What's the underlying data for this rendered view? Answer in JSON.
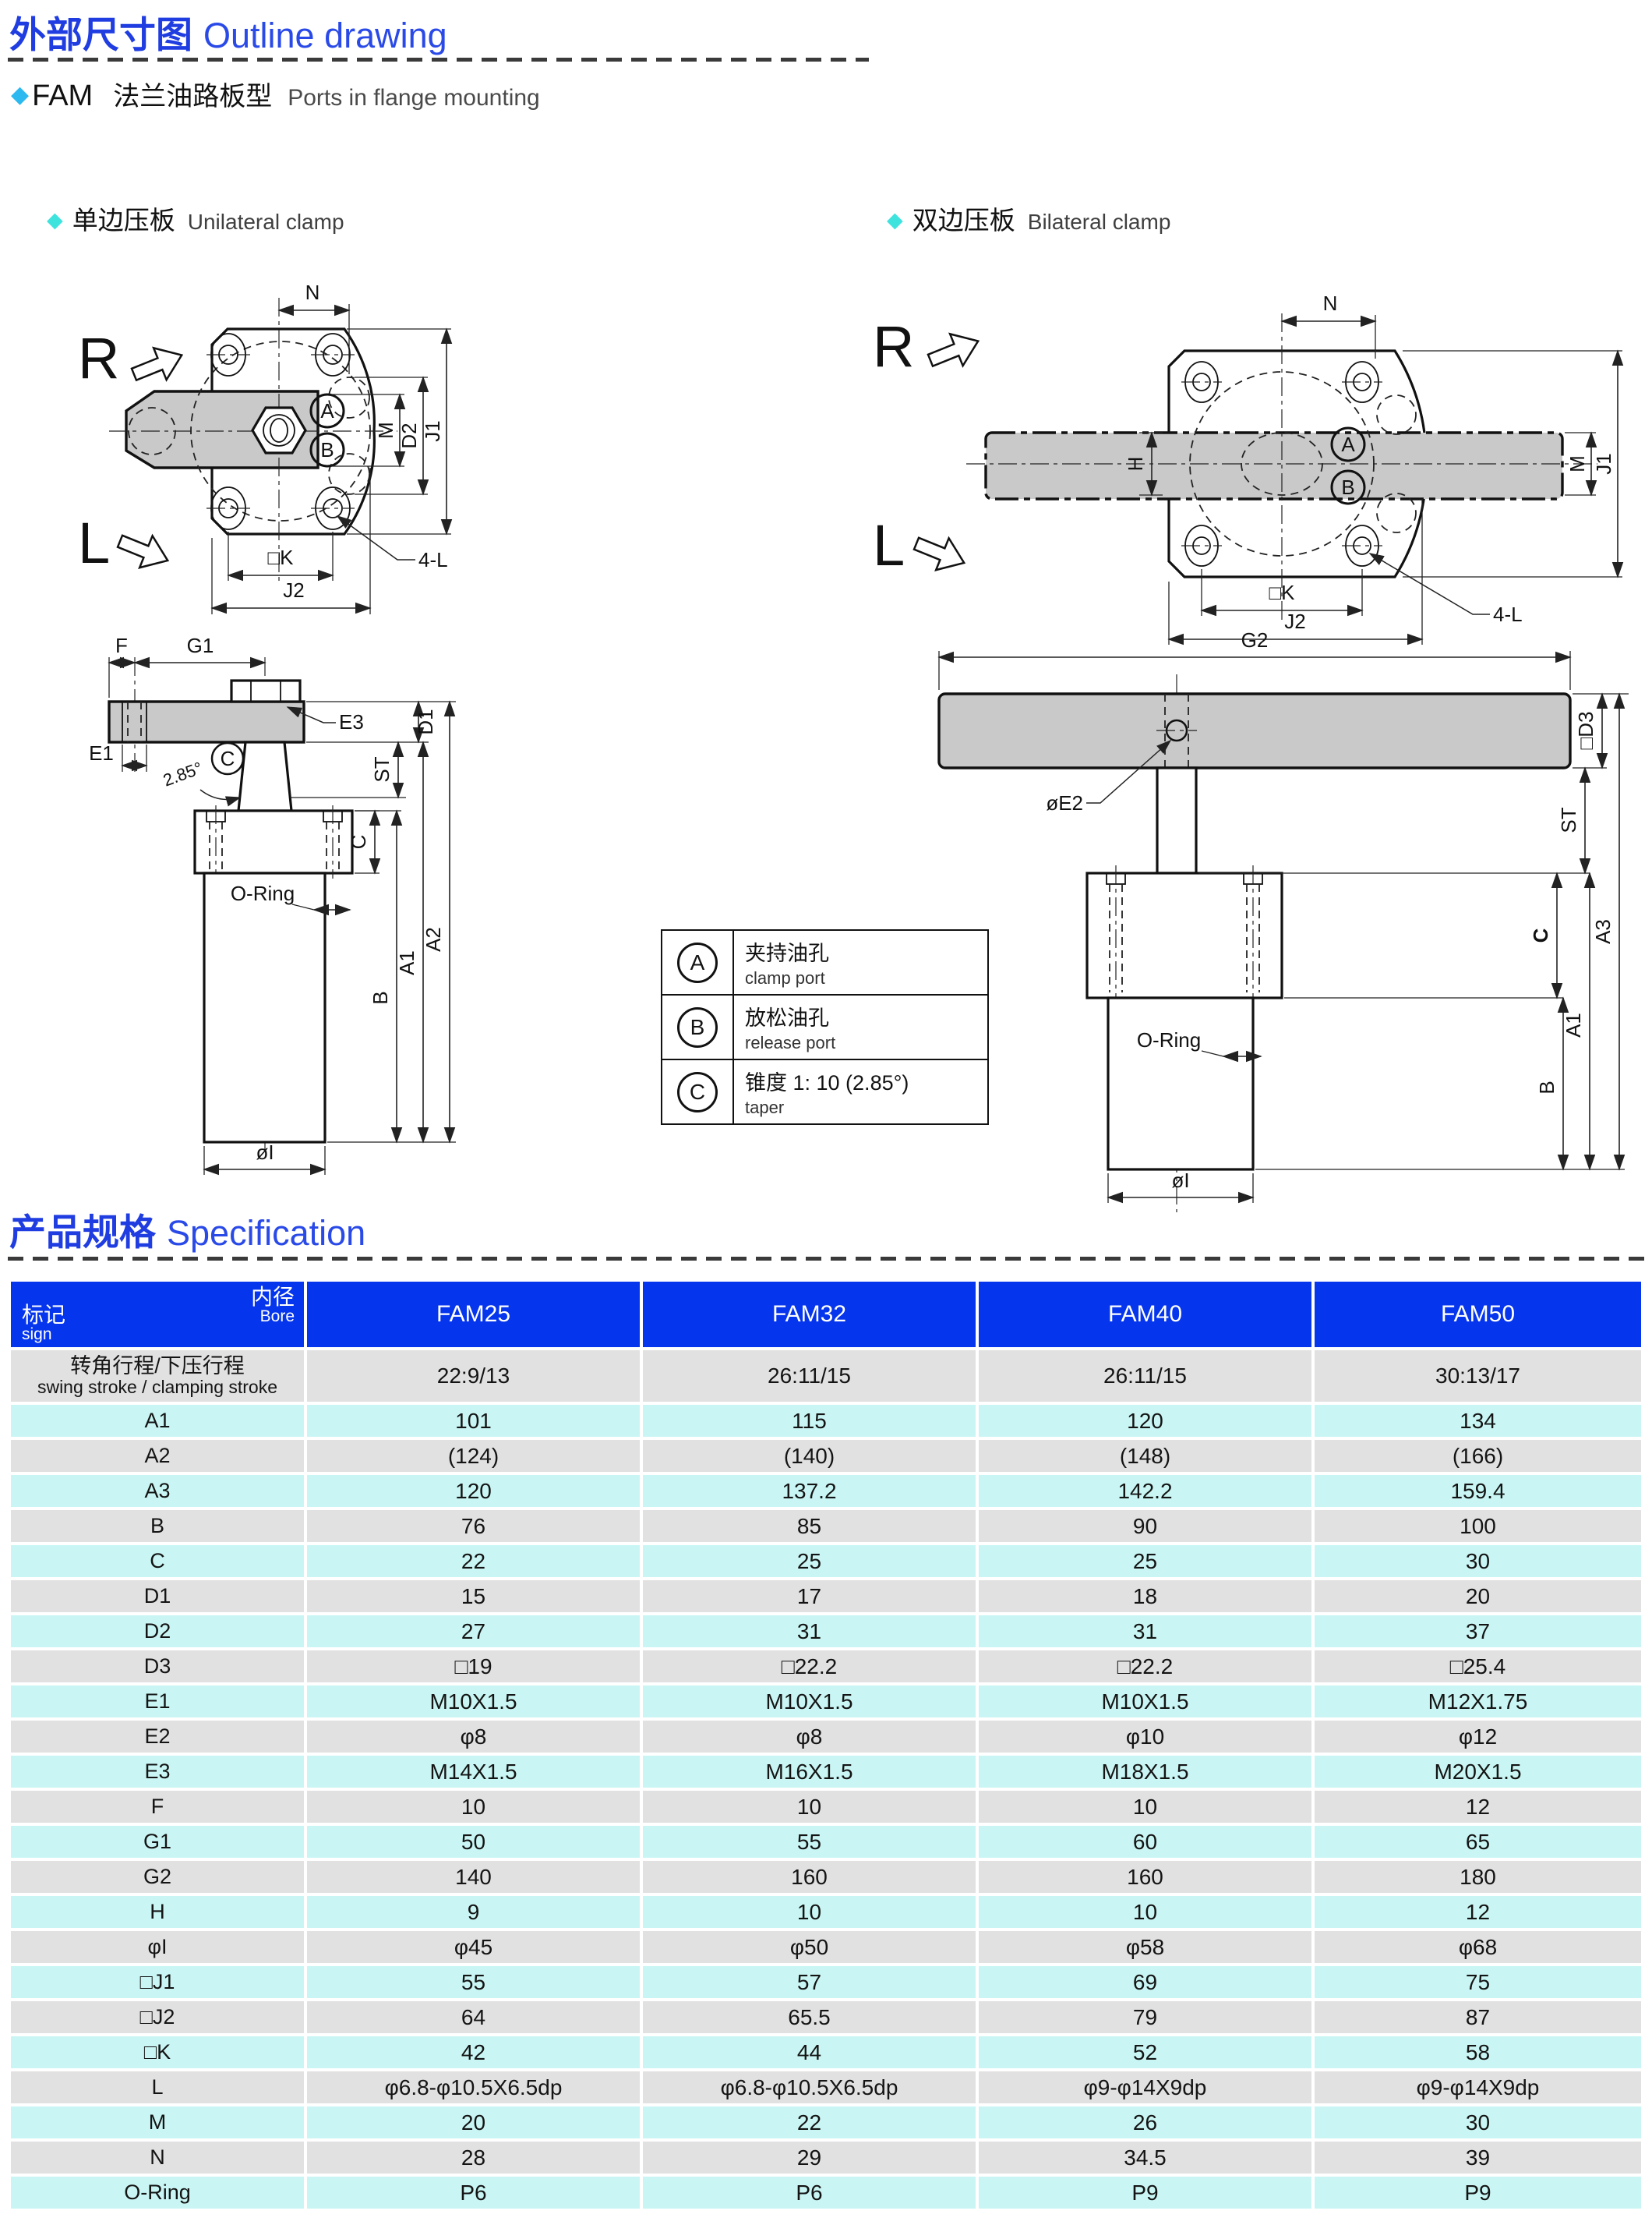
{
  "header": {
    "title_zh": "外部尺寸图",
    "title_en": "Outline drawing"
  },
  "model_line": {
    "diamond": "◆",
    "code": "FAM",
    "name_zh": "法兰油路板型",
    "name_en": "Ports in flange mounting"
  },
  "sections": {
    "left": {
      "diamond": "◆",
      "zh": "单边压板",
      "en": "Unilateral clamp"
    },
    "right": {
      "diamond": "◆",
      "zh": "双边压板",
      "en": "Bilateral clamp"
    }
  },
  "drawings": {
    "labels": {
      "R": "R",
      "L": "L",
      "N": "N",
      "M": "M",
      "D2": "D2",
      "J1": "J1",
      "K": "□K",
      "J2": "J2",
      "fourL": "4-L",
      "A": "A",
      "B": "B",
      "H": "H",
      "F": "F",
      "G1": "G1",
      "G2": "G2",
      "E1": "E1",
      "E2": "øE2",
      "E3": "E3",
      "D1": "D1",
      "ST": "ST",
      "C": "C",
      "A1": "A1",
      "A2": "A2",
      "A3": "A3",
      "D3": "□D3",
      "ORing": "O-Ring",
      "phiI": "øI",
      "angle": "2.85°"
    }
  },
  "legend": {
    "rows": [
      {
        "key": "A",
        "zh": "夹持油孔",
        "en": "clamp port"
      },
      {
        "key": "B",
        "zh": "放松油孔",
        "en": "release port"
      },
      {
        "key": "C",
        "zh": "锥度 1: 10 (2.85°)",
        "en": "taper"
      }
    ]
  },
  "spec": {
    "title_zh": "产品规格",
    "title_en": "Specification"
  },
  "table": {
    "corner": {
      "top": "内径",
      "top_en": "Bore",
      "bottom": "标记",
      "bottom_en": "sign"
    },
    "columns": [
      "FAM25",
      "FAM32",
      "FAM40",
      "FAM50"
    ],
    "rows": [
      {
        "sign": "转角行程/下压行程",
        "sign_en": "swing stroke / clamping stroke",
        "values": [
          "22:9/13",
          "26:11/15",
          "26:11/15",
          "30:13/17"
        ]
      },
      {
        "sign": "A1",
        "values": [
          "101",
          "115",
          "120",
          "134"
        ]
      },
      {
        "sign": "A2",
        "values": [
          "(124)",
          "(140)",
          "(148)",
          "(166)"
        ]
      },
      {
        "sign": "A3",
        "values": [
          "120",
          "137.2",
          "142.2",
          "159.4"
        ]
      },
      {
        "sign": "B",
        "values": [
          "76",
          "85",
          "90",
          "100"
        ]
      },
      {
        "sign": "C",
        "values": [
          "22",
          "25",
          "25",
          "30"
        ]
      },
      {
        "sign": "D1",
        "values": [
          "15",
          "17",
          "18",
          "20"
        ]
      },
      {
        "sign": "D2",
        "values": [
          "27",
          "31",
          "31",
          "37"
        ]
      },
      {
        "sign": "D3",
        "values": [
          "□19",
          "□22.2",
          "□22.2",
          "□25.4"
        ]
      },
      {
        "sign": "E1",
        "values": [
          "M10X1.5",
          "M10X1.5",
          "M10X1.5",
          "M12X1.75"
        ]
      },
      {
        "sign": "E2",
        "values": [
          "φ8",
          "φ8",
          "φ10",
          "φ12"
        ]
      },
      {
        "sign": "E3",
        "values": [
          "M14X1.5",
          "M16X1.5",
          "M18X1.5",
          "M20X1.5"
        ]
      },
      {
        "sign": "F",
        "values": [
          "10",
          "10",
          "10",
          "12"
        ]
      },
      {
        "sign": "G1",
        "values": [
          "50",
          "55",
          "60",
          "65"
        ]
      },
      {
        "sign": "G2",
        "values": [
          "140",
          "160",
          "160",
          "180"
        ]
      },
      {
        "sign": "H",
        "values": [
          "9",
          "10",
          "10",
          "12"
        ]
      },
      {
        "sign": "φI",
        "values": [
          "φ45",
          "φ50",
          "φ58",
          "φ68"
        ]
      },
      {
        "sign": "□J1",
        "values": [
          "55",
          "57",
          "69",
          "75"
        ]
      },
      {
        "sign": "□J2",
        "values": [
          "64",
          "65.5",
          "79",
          "87"
        ]
      },
      {
        "sign": "□K",
        "values": [
          "42",
          "44",
          "52",
          "58"
        ]
      },
      {
        "sign": "L",
        "values": [
          "φ6.8-φ10.5X6.5dp",
          "φ6.8-φ10.5X6.5dp",
          "φ9-φ14X9dp",
          "φ9-φ14X9dp"
        ]
      },
      {
        "sign": "M",
        "values": [
          "20",
          "22",
          "26",
          "30"
        ]
      },
      {
        "sign": "N",
        "values": [
          "28",
          "29",
          "34.5",
          "39"
        ]
      },
      {
        "sign": "O-Ring",
        "values": [
          "P6",
          "P6",
          "P9",
          "P9"
        ]
      }
    ]
  },
  "colors": {
    "accent_blue": "#1f3de0",
    "table_header": "#0535ec",
    "row_cyan": "#c9f6f4",
    "row_gray": "#e1e1e1",
    "diamond_fam": "#2cb9ef",
    "diamond_section": "#3fe3de"
  }
}
